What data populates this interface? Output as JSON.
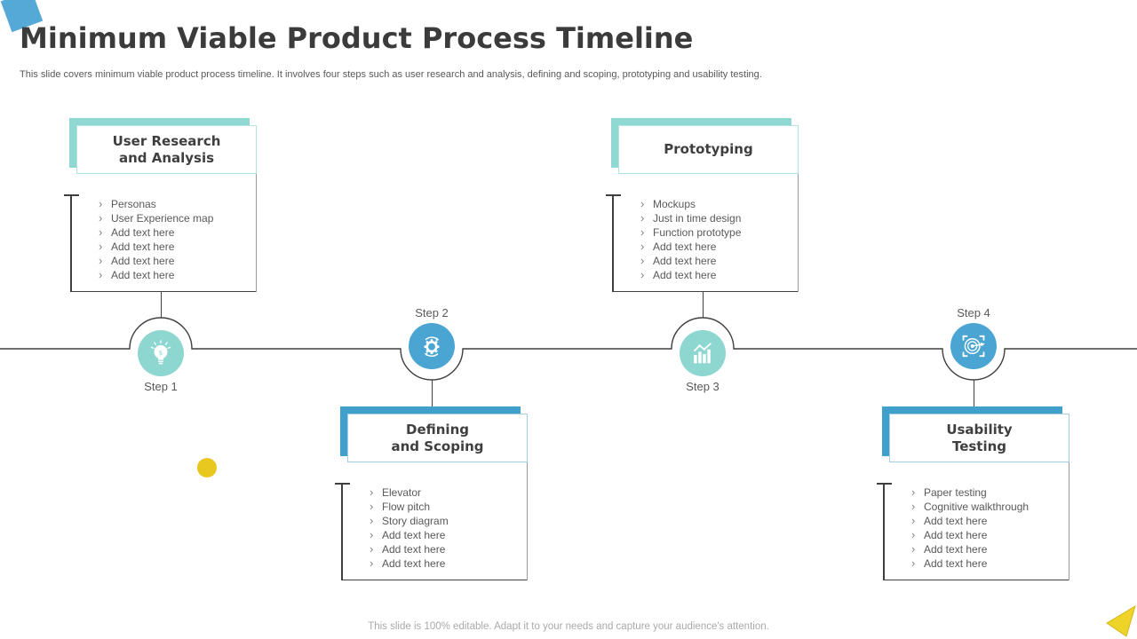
{
  "slide": {
    "title": "Minimum Viable Product Process Timeline",
    "subtitle": "This slide covers minimum viable product process timeline. It involves four steps such as user research and analysis, defining and scoping, prototyping and usability testing.",
    "footer": "This slide is 100% editable. Adapt it to your needs and capture your audience's attention.",
    "bullet_char": "›"
  },
  "steps": [
    {
      "label": "Step 1",
      "title": "User Research and Analysis",
      "title_line1": "User Research",
      "title_line2": "and Analysis",
      "position": "top",
      "icon": "lightbulb-icon",
      "accent": "teal",
      "items": [
        "Personas",
        "User Experience map",
        "Add text here",
        "Add text here",
        "Add text here",
        "Add text here"
      ]
    },
    {
      "label": "Step 2",
      "title": "Defining and Scoping",
      "title_line1": "Defining",
      "title_line2": "and Scoping",
      "position": "bottom",
      "icon": "gear-icon",
      "accent": "blue",
      "items": [
        "Elevator",
        "Flow pitch",
        "Story diagram",
        "Add text here",
        "Add text here",
        "Add text here"
      ]
    },
    {
      "label": "Step 3",
      "title": "Prototyping",
      "title_line1": "Prototyping",
      "title_line2": "",
      "position": "top",
      "icon": "bar-chart-icon",
      "accent": "teal",
      "items": [
        "Mockups",
        "Just in time design",
        "Function prototype",
        "Add text here",
        "Add text here",
        "Add text here"
      ]
    },
    {
      "label": "Step 4",
      "title": "Usability Testing",
      "title_line1": "Usability",
      "title_line2": "Testing",
      "position": "bottom",
      "icon": "target-icon",
      "accent": "blue",
      "items": [
        "Paper testing",
        "Cognitive walkthrough",
        "Add text here",
        "Add text here",
        "Add text here",
        "Add text here"
      ]
    }
  ],
  "colors": {
    "teal": "#8FD9D2",
    "teal_border": "#B5E3DF",
    "blue_shadow": "#41A0CB",
    "blue_circle": "#4AA5D3",
    "blue_border": "#A3CFE5",
    "line_dark": "#3F3F3F",
    "body_text": "#595959",
    "footer_text": "#A9A9A9",
    "yellow": "#E8C71F",
    "diamond_blue": "#55A9D6"
  }
}
